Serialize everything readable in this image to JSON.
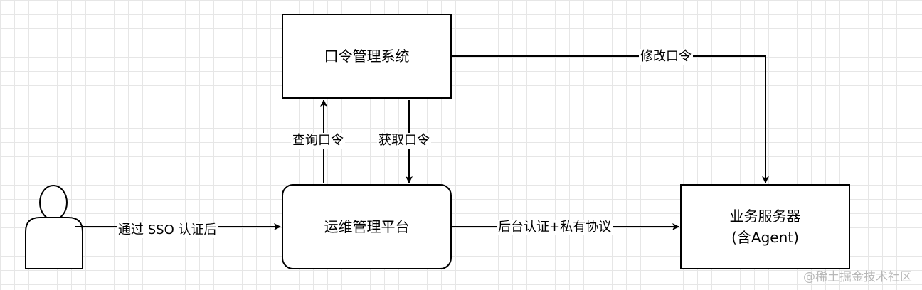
{
  "nodes": {
    "password_system": {
      "label": "口令管理系统"
    },
    "ops_platform": {
      "label": "运维管理平台"
    },
    "business_server": {
      "line1": "业务服务器",
      "line2": "(含Agent)"
    },
    "user": {
      "icon": "user-actor-icon"
    }
  },
  "edges": {
    "modify_password": "修改口令",
    "query_password": "查询口令",
    "fetch_password": "获取口令",
    "sso_login": "通过 SSO 认证后",
    "backend_protocol": "后台认证+私有协议"
  },
  "watermark": "@稀土掘金技术社区",
  "colors": {
    "stroke": "#000000",
    "grid": "#e6e6e6",
    "watermark": "#b8b8b8"
  }
}
